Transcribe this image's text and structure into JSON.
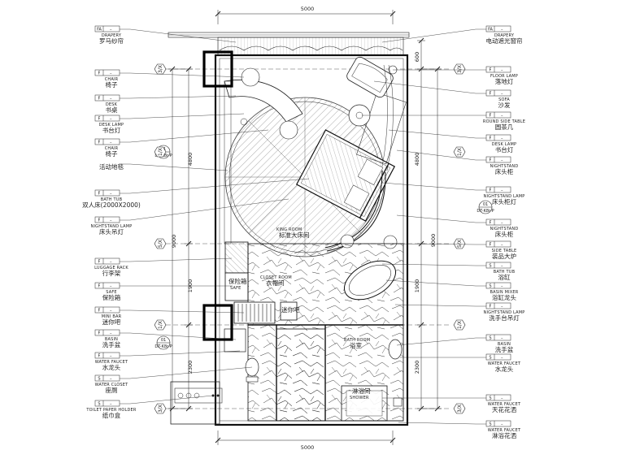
{
  "dimensions": {
    "top_width": "5000",
    "bottom_width": "5000",
    "left_total": "9000",
    "left_upper": "4800",
    "left_middle": "1900",
    "left_lower": "2300",
    "right_top": "600",
    "right_total": "9000",
    "right_upper": "4800",
    "right_middle": "1900",
    "right_lower": "2300"
  },
  "grid_axes": {
    "left": [
      "3/X",
      "1/X",
      "5/X",
      "1/X",
      "3/X"
    ],
    "right": [
      "3/X",
      "1/X",
      "5/X",
      "1/X",
      "3/X"
    ]
  },
  "section_markers": [
    {
      "num": "01",
      "ref": "DT-K8r-P"
    },
    {
      "num": "01",
      "ref": "DT-K8r-P"
    },
    {
      "num": "01",
      "ref": "DT-K8r-P"
    }
  ],
  "room_labels": {
    "king_room_en": "KING ROOM",
    "king_room_cn": "标准大床间",
    "closet_en": "CLOSET ROOM",
    "closet_cn": "衣帽间",
    "bath_en": "BATH ROOM",
    "bath_cn": "浴室",
    "shower_en": "SHOWER",
    "shower_cn": "淋浴间",
    "safe_en": "SAFE",
    "safe_cn": "保险箱",
    "minibar_cn": "迷你吧"
  },
  "left_tags": [
    {
      "code": "FA",
      "en": "DRAPERY",
      "cn": "罗马纱帘"
    },
    {
      "code": "F",
      "en": "CHAIR",
      "cn": "椅子"
    },
    {
      "code": "F",
      "en": "DESK",
      "cn": "书桌"
    },
    {
      "code": "F",
      "en": "DESK LAMP",
      "cn": "书台灯"
    },
    {
      "code": "F",
      "en": "CHAIR",
      "cn": "椅子"
    },
    {
      "code": "",
      "en": "",
      "cn": "活动地毯"
    },
    {
      "code": "F",
      "en": "BATH TUB",
      "cn": "双人床(2000X2000)"
    },
    {
      "code": "F",
      "en": "NIGHTSTAND LAMP",
      "cn": "床头吊灯"
    },
    {
      "code": "F",
      "en": "LUGGAGE RACK",
      "cn": "行李架"
    },
    {
      "code": "F",
      "en": "SAFE",
      "cn": "保险箱"
    },
    {
      "code": "F",
      "en": "MINI BAR",
      "cn": "迷你吧"
    },
    {
      "code": "F",
      "en": "BASIN",
      "cn": "洗手盆"
    },
    {
      "code": "F",
      "en": "WATER FAUCET",
      "cn": "水龙头"
    },
    {
      "code": "S",
      "en": "WATER CLOSET",
      "cn": "座厕"
    },
    {
      "code": "S",
      "en": "TOILET PAPER HOLDER",
      "cn": "纸巾盒"
    }
  ],
  "right_tags": [
    {
      "code": "FA",
      "en": "DRAPERY",
      "cn": "电动遮光窗帘"
    },
    {
      "code": "F",
      "en": "FLOOR LAMP",
      "cn": "落地灯"
    },
    {
      "code": "F",
      "en": "SOFA",
      "cn": "沙发"
    },
    {
      "code": "F",
      "en": "ROUND SIDE TABLE",
      "cn": "圆茶几"
    },
    {
      "code": "F",
      "en": "DESK LAMP",
      "cn": "书台灯"
    },
    {
      "code": "F",
      "en": "NIGHTSTAND",
      "cn": "床头柜"
    },
    {
      "code": "F",
      "en": "NIGHTSTAND LAMP",
      "cn": "床头柜灯"
    },
    {
      "code": "F",
      "en": "NIGHTSTAND",
      "cn": "床头柜"
    },
    {
      "code": "F",
      "en": "SIDE TABLE",
      "cn": "装品大炉"
    },
    {
      "code": "S",
      "en": "BATH TUB",
      "cn": "浴缸"
    },
    {
      "code": "S",
      "en": "BASIN MIXER",
      "cn": "浴缸龙头"
    },
    {
      "code": "F",
      "en": "NIGHTSTAND LAMP",
      "cn": "洗手台吊灯"
    },
    {
      "code": "S",
      "en": "BASIN",
      "cn": "洗手盆"
    },
    {
      "code": "S",
      "en": "WATER FAUCET",
      "cn": "水龙头"
    },
    {
      "code": "S",
      "en": "WATER FAUCET",
      "cn": "天花花洒"
    },
    {
      "code": "S",
      "en": "WATER FAUCET",
      "cn": "淋浴花洒"
    }
  ]
}
